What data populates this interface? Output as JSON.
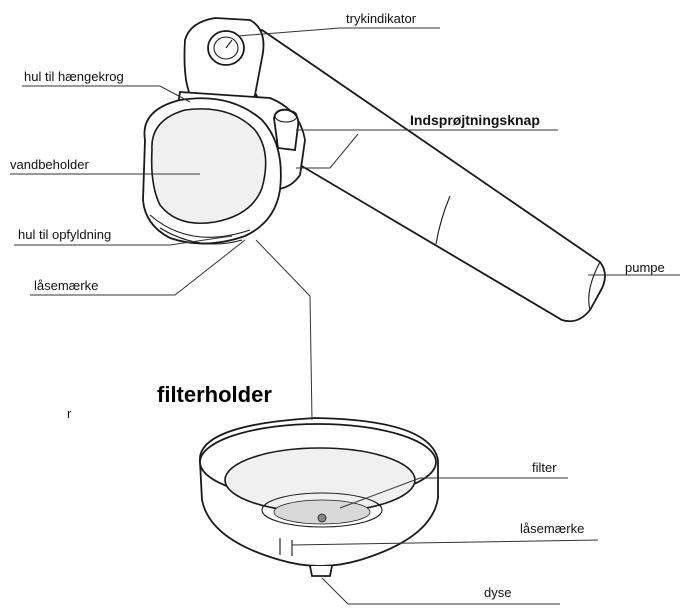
{
  "labels": {
    "trykindikator": "trykindikator",
    "hul_haengekrog": "hul til hængekrog",
    "indsproejtningsknap": "Indsprøjtningsknap",
    "vandbeholder": "vandbeholder",
    "hul_opfyldning": "hul til opfyldning",
    "laasemaerke_top": "låsemærke",
    "pumpe": "pumpe",
    "filterholder": "filterholder",
    "stray_r": "r",
    "filter": "filter",
    "laasemaerke_bottom": "låsemærke",
    "dyse": "dyse"
  },
  "icons": {
    "pressure_gauge": "pressure-gauge-icon"
  }
}
